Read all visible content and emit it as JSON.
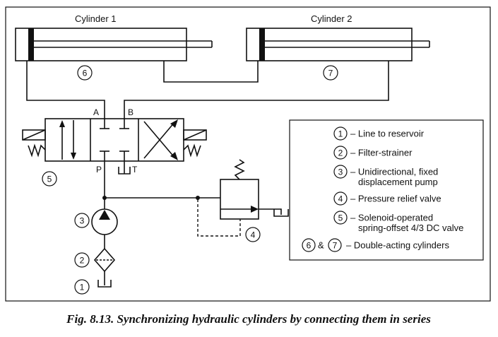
{
  "cylinders": [
    {
      "title": "Cylinder 1",
      "number": "6"
    },
    {
      "title": "Cylinder 2",
      "number": "7"
    }
  ],
  "valve": {
    "number": "5",
    "port_a": "A",
    "port_b": "B",
    "port_p": "P",
    "port_t": "T"
  },
  "components": {
    "reservoir_number": "1",
    "filter_number": "2",
    "pump_number": "3",
    "relief_number": "4"
  },
  "legend": {
    "items": [
      {
        "num": "1",
        "lines": [
          "– Line to reservoir"
        ]
      },
      {
        "num": "2",
        "lines": [
          "– Filter-strainer"
        ]
      },
      {
        "num": "3",
        "lines": [
          "– Unidirectional, fixed",
          "displacement pump"
        ]
      },
      {
        "num": "4",
        "lines": [
          "– Pressure relief valve"
        ]
      },
      {
        "num": "5",
        "lines": [
          "– Solenoid-operated",
          "spring-offset 4/3 DC valve"
        ]
      }
    ],
    "combo": {
      "num_a": "6",
      "amp": "&",
      "num_b": "7",
      "text": "– Double-acting cylinders"
    }
  },
  "caption": "Fig. 8.13. Synchronizing hydraulic cylinders by connecting them in series"
}
